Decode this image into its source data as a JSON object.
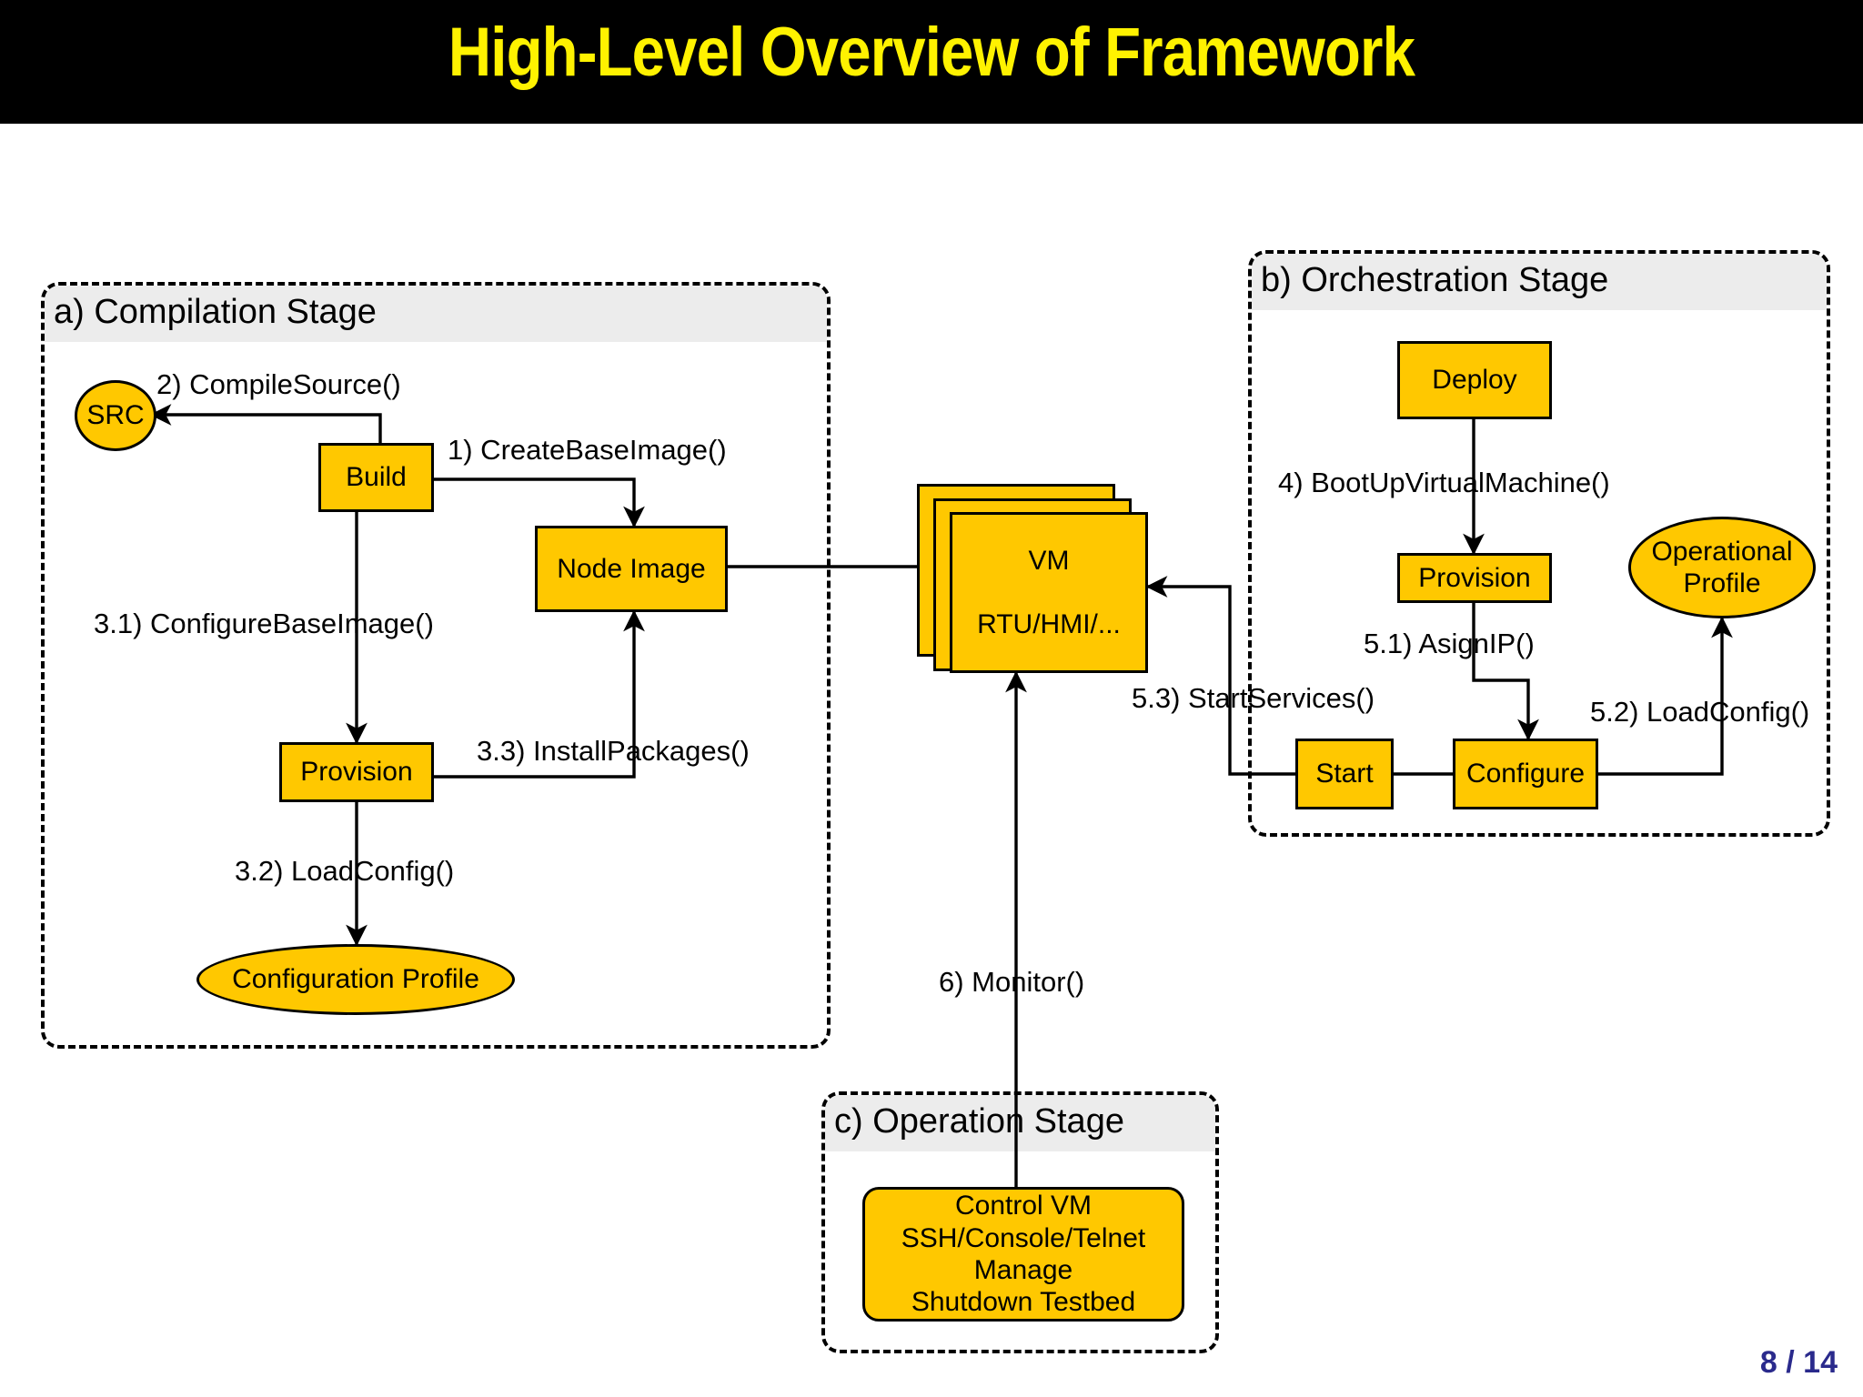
{
  "slide": {
    "title": "High-Level Overview of Framework",
    "title_color": "#FFF200",
    "banner_color": "#000000",
    "page_number": "8 / 14",
    "page_number_color": "#2A2A8C",
    "node_fill": "#FFC800",
    "node_stroke": "#000000",
    "stage_header_fill": "#ECECEC"
  },
  "stages": [
    {
      "key": "compilation",
      "title": "a) Compilation Stage"
    },
    {
      "key": "orchestration",
      "title": "b) Orchestration Stage"
    },
    {
      "key": "operation",
      "title": "c) Operation Stage"
    }
  ],
  "nodes": {
    "src": "SRC",
    "build": "Build",
    "node_image": "Node Image",
    "provision_a": "Provision",
    "configuration_profile": "Configuration Profile",
    "vm_line1": "VM",
    "vm_line2": "RTU/HMI/...",
    "deploy": "Deploy",
    "provision_b": "Provision",
    "operational_profile_line1": "Operational",
    "operational_profile_line2": "Profile",
    "configure": "Configure",
    "start": "Start",
    "control_vm_line1": "Control VM",
    "control_vm_line2": "SSH/Console/Telnet",
    "control_vm_line3": "Manage",
    "control_vm_line4": "Shutdown Testbed"
  },
  "edges": [
    {
      "id": "e1",
      "label": "1) CreateBaseImage()",
      "from": "build",
      "to": "node_image"
    },
    {
      "id": "e2",
      "label": "2) CompileSource()",
      "from": "build",
      "to": "src"
    },
    {
      "id": "e31",
      "label": "3.1) ConfigureBaseImage()",
      "from": "build",
      "to": "provision_a"
    },
    {
      "id": "e32",
      "label": "3.2) LoadConfig()",
      "from": "provision_a",
      "to": "configuration_profile"
    },
    {
      "id": "e33",
      "label": "3.3) InstallPackages()",
      "from": "provision_a",
      "to": "node_image"
    },
    {
      "id": "e4",
      "label": "4) BootUpVirtualMachine()",
      "from": "deploy",
      "to": "provision_b"
    },
    {
      "id": "e51",
      "label": "5.1) AsignIP()",
      "from": "provision_b",
      "to": "configure"
    },
    {
      "id": "e52",
      "label": "5.2) LoadConfig()",
      "from": "configure",
      "to": "operational_profile"
    },
    {
      "id": "e53",
      "label": "5.3) StartServices()",
      "from": "start",
      "to": "vm"
    },
    {
      "id": "e6",
      "label": "6) Monitor()",
      "from": "control_vm",
      "to": "vm"
    },
    {
      "id": "einh",
      "label": "",
      "from": "vm",
      "to": "node_image"
    }
  ]
}
